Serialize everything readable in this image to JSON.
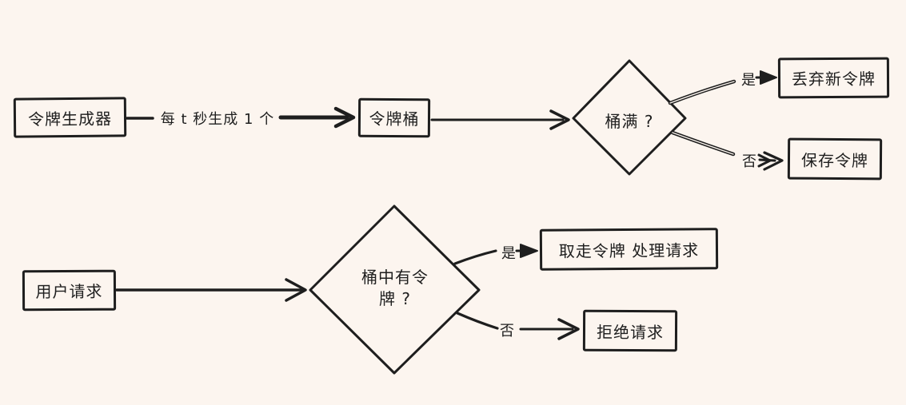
{
  "diagram": {
    "colors": {
      "background": "#fcf5ef",
      "ink": "#1e1e1e"
    },
    "top_flow": {
      "generator": "令牌生成器",
      "rate_annotation": "每 t 秒生成 1 个",
      "bucket": "令牌桶",
      "decision": "桶满 ?",
      "yes": "是",
      "no": "否",
      "on_yes": "丢弃新令牌",
      "on_no": "保存令牌"
    },
    "bottom_flow": {
      "request": "用户请求",
      "decision": "桶中有令牌 ?",
      "yes": "是",
      "no": "否",
      "on_yes": "取走令牌 处理请求",
      "on_no": "拒绝请求"
    }
  }
}
